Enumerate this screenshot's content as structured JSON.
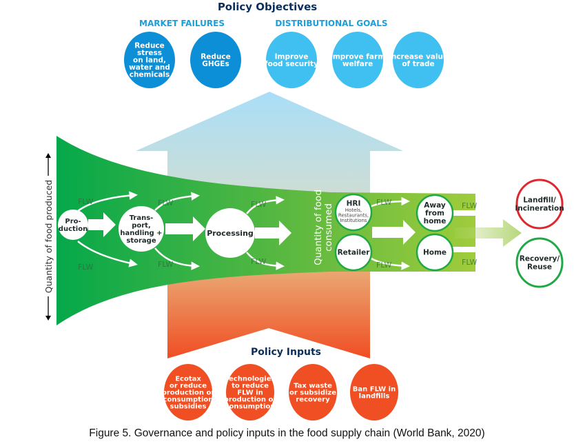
{
  "policy_objectives": {
    "title": "Policy Objectives",
    "groups": [
      {
        "label": "MARKET FAILURES",
        "color": "#0c8fd6",
        "items": [
          {
            "lines": [
              "Reduce",
              "stress",
              "on land,",
              "water and",
              "chemicals"
            ]
          },
          {
            "lines": [
              "Reduce",
              "GHGEs"
            ]
          }
        ]
      },
      {
        "label": "DISTRIBUTIONAL GOALS",
        "color": "#3fc0f0",
        "items": [
          {
            "lines": [
              "Improve",
              "food security"
            ]
          },
          {
            "lines": [
              "Improve farm",
              "welfare"
            ]
          },
          {
            "lines": [
              "Increase value",
              "of trade"
            ]
          }
        ]
      }
    ]
  },
  "supply_chain": {
    "y_axis_label": "Quantity of food produced",
    "consumed_label_lines": [
      "Quantity of food",
      "consumed"
    ],
    "loss_label": "FLW",
    "stages": [
      {
        "id": "production",
        "lines": [
          "Pro-",
          "duction"
        ]
      },
      {
        "id": "transport",
        "lines": [
          "Trans-",
          "port,",
          "handling +",
          "storage"
        ]
      },
      {
        "id": "processing",
        "lines": [
          "Processing"
        ]
      },
      {
        "id": "hri",
        "lines": [
          "HRI"
        ],
        "sub_lines": [
          "Hotels,",
          "Restaurants,",
          "Institutions"
        ]
      },
      {
        "id": "retailer",
        "lines": [
          "Retailer"
        ]
      },
      {
        "id": "away-from-home",
        "lines": [
          "Away",
          "from",
          "home"
        ]
      },
      {
        "id": "home",
        "lines": [
          "Home"
        ]
      }
    ],
    "destinations": [
      {
        "id": "landfill",
        "lines": [
          "Landfill/",
          "Incineration"
        ],
        "color": "#e0262d"
      },
      {
        "id": "recovery",
        "lines": [
          "Recovery/",
          "Reuse"
        ],
        "color": "#1fa843"
      }
    ]
  },
  "policy_inputs": {
    "title": "Policy Inputs",
    "color": "#f04e23",
    "items": [
      {
        "lines": [
          "Ecotax",
          "or reduce",
          "production or",
          "consumption",
          "subsidies"
        ]
      },
      {
        "lines": [
          "Technologies",
          "to reduce",
          "FLW in",
          "production or",
          "consumption"
        ]
      },
      {
        "lines": [
          "Tax waste",
          "or subsidize",
          "recovery"
        ]
      },
      {
        "lines": [
          "Ban FLW in",
          "landfills"
        ]
      }
    ]
  },
  "caption": "Figure 5. Governance and policy inputs in the food supply chain (World Bank, 2020)"
}
